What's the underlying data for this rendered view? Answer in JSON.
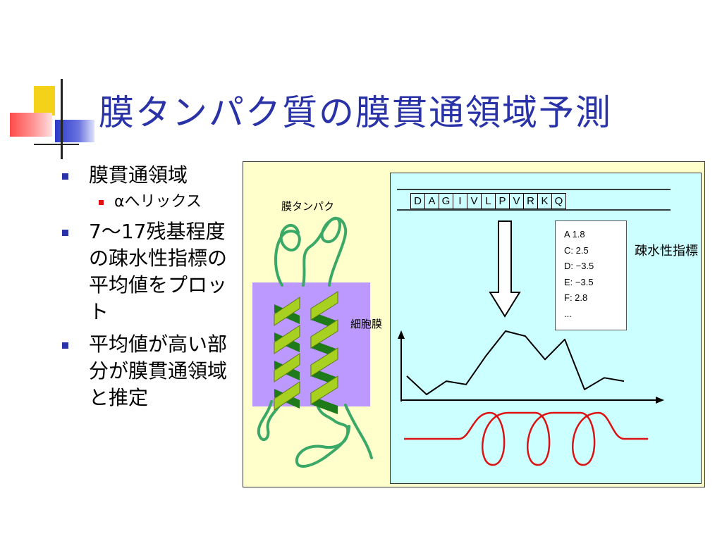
{
  "slide": {
    "title": "膜タンパク質の膜貫通領域予測",
    "bullets": [
      {
        "text": "膜貫通領域",
        "children": [
          {
            "text": "αへリックス"
          }
        ]
      },
      {
        "text": "7〜17残基程度の疎水性指標の平均値をプロット",
        "children": []
      },
      {
        "text": "平均値が高い部分が膜貫通領域と推定",
        "children": []
      }
    ]
  },
  "figure": {
    "protein_label": "膜タンパク",
    "membrane_label": "細胞膜",
    "hydrophobicity_label": "疎水性指標",
    "sequence": [
      "D",
      "A",
      "G",
      "I",
      "V",
      "L",
      "P",
      "V",
      "R",
      "K",
      "Q"
    ],
    "scale": [
      "A  1.8",
      "C: 2.5",
      "D: −3.5",
      "E: −3.5",
      "F: 2.8",
      "..."
    ],
    "profile_values": [
      -0.2,
      -1.3,
      -0.5,
      -0.7,
      1.0,
      2.5,
      2.2,
      0.8,
      2.0,
      -1.0,
      -0.3,
      -0.5
    ]
  },
  "colors": {
    "title": "#2a32a8",
    "bullet_marker": "#2a32a8",
    "sub_bullet_marker": "#e01010",
    "figure_background": "#ffffcc",
    "analysis_background": "#ccffff",
    "membrane": "#bb99ff",
    "helix_light": "#a8d020",
    "helix_dark": "#1f7a1a",
    "loop": "#3aa866",
    "helix_coil": "#dd1111"
  }
}
